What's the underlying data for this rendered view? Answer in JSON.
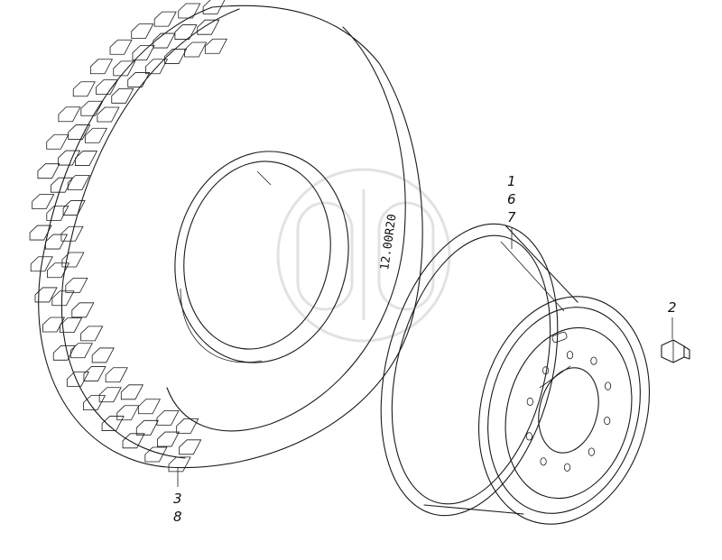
{
  "callouts": {
    "wheel": [
      "1",
      "6",
      "7"
    ],
    "valve_cap": [
      "2"
    ],
    "tire": [
      "3",
      "8"
    ]
  },
  "tire_sidewall_text": "12.00R20",
  "watermark": {
    "shape": "circle-logo",
    "color": "#e6e6e6"
  }
}
